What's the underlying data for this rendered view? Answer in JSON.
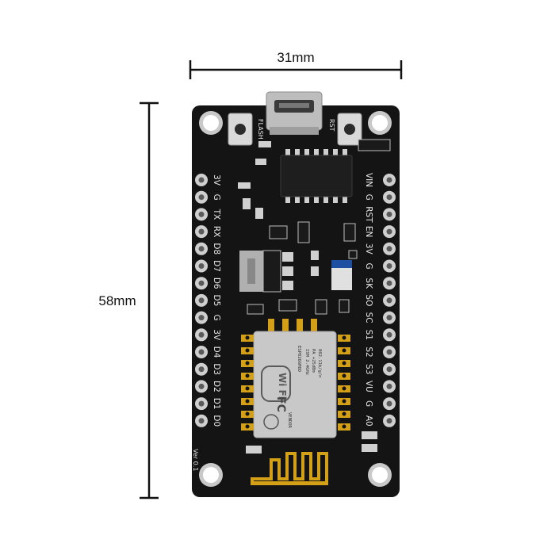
{
  "dimensions": {
    "width": "31mm",
    "height": "58mm"
  },
  "board": {
    "version": "Ver 0.1",
    "flash_label": "FLASH",
    "rst_label": "RST",
    "left_pins": [
      "3V",
      "G",
      "TX",
      "RX",
      "D8",
      "D7",
      "D6",
      "D5",
      "G",
      "3V",
      "D4",
      "D3",
      "D2",
      "D1",
      "D0"
    ],
    "right_pins": [
      "VIN",
      "G",
      "RST",
      "EN",
      "3V",
      "G",
      "SK",
      "SO",
      "SC",
      "S1",
      "S2",
      "S3",
      "VU",
      "G",
      "A0"
    ]
  },
  "module": {
    "wifi": "Wi Fi",
    "model": "ESP8266MOD",
    "vendor": "VENDOR",
    "fc": "FC",
    "ism": "ISM 2.4GHz",
    "pa": "PA +25dBm",
    "std": "802.11b/g/n"
  },
  "colors": {
    "pcb": "#141414",
    "gold": "#d4a017",
    "shield": "#c9c9c9",
    "silkscreen": "#e8e8e8"
  }
}
